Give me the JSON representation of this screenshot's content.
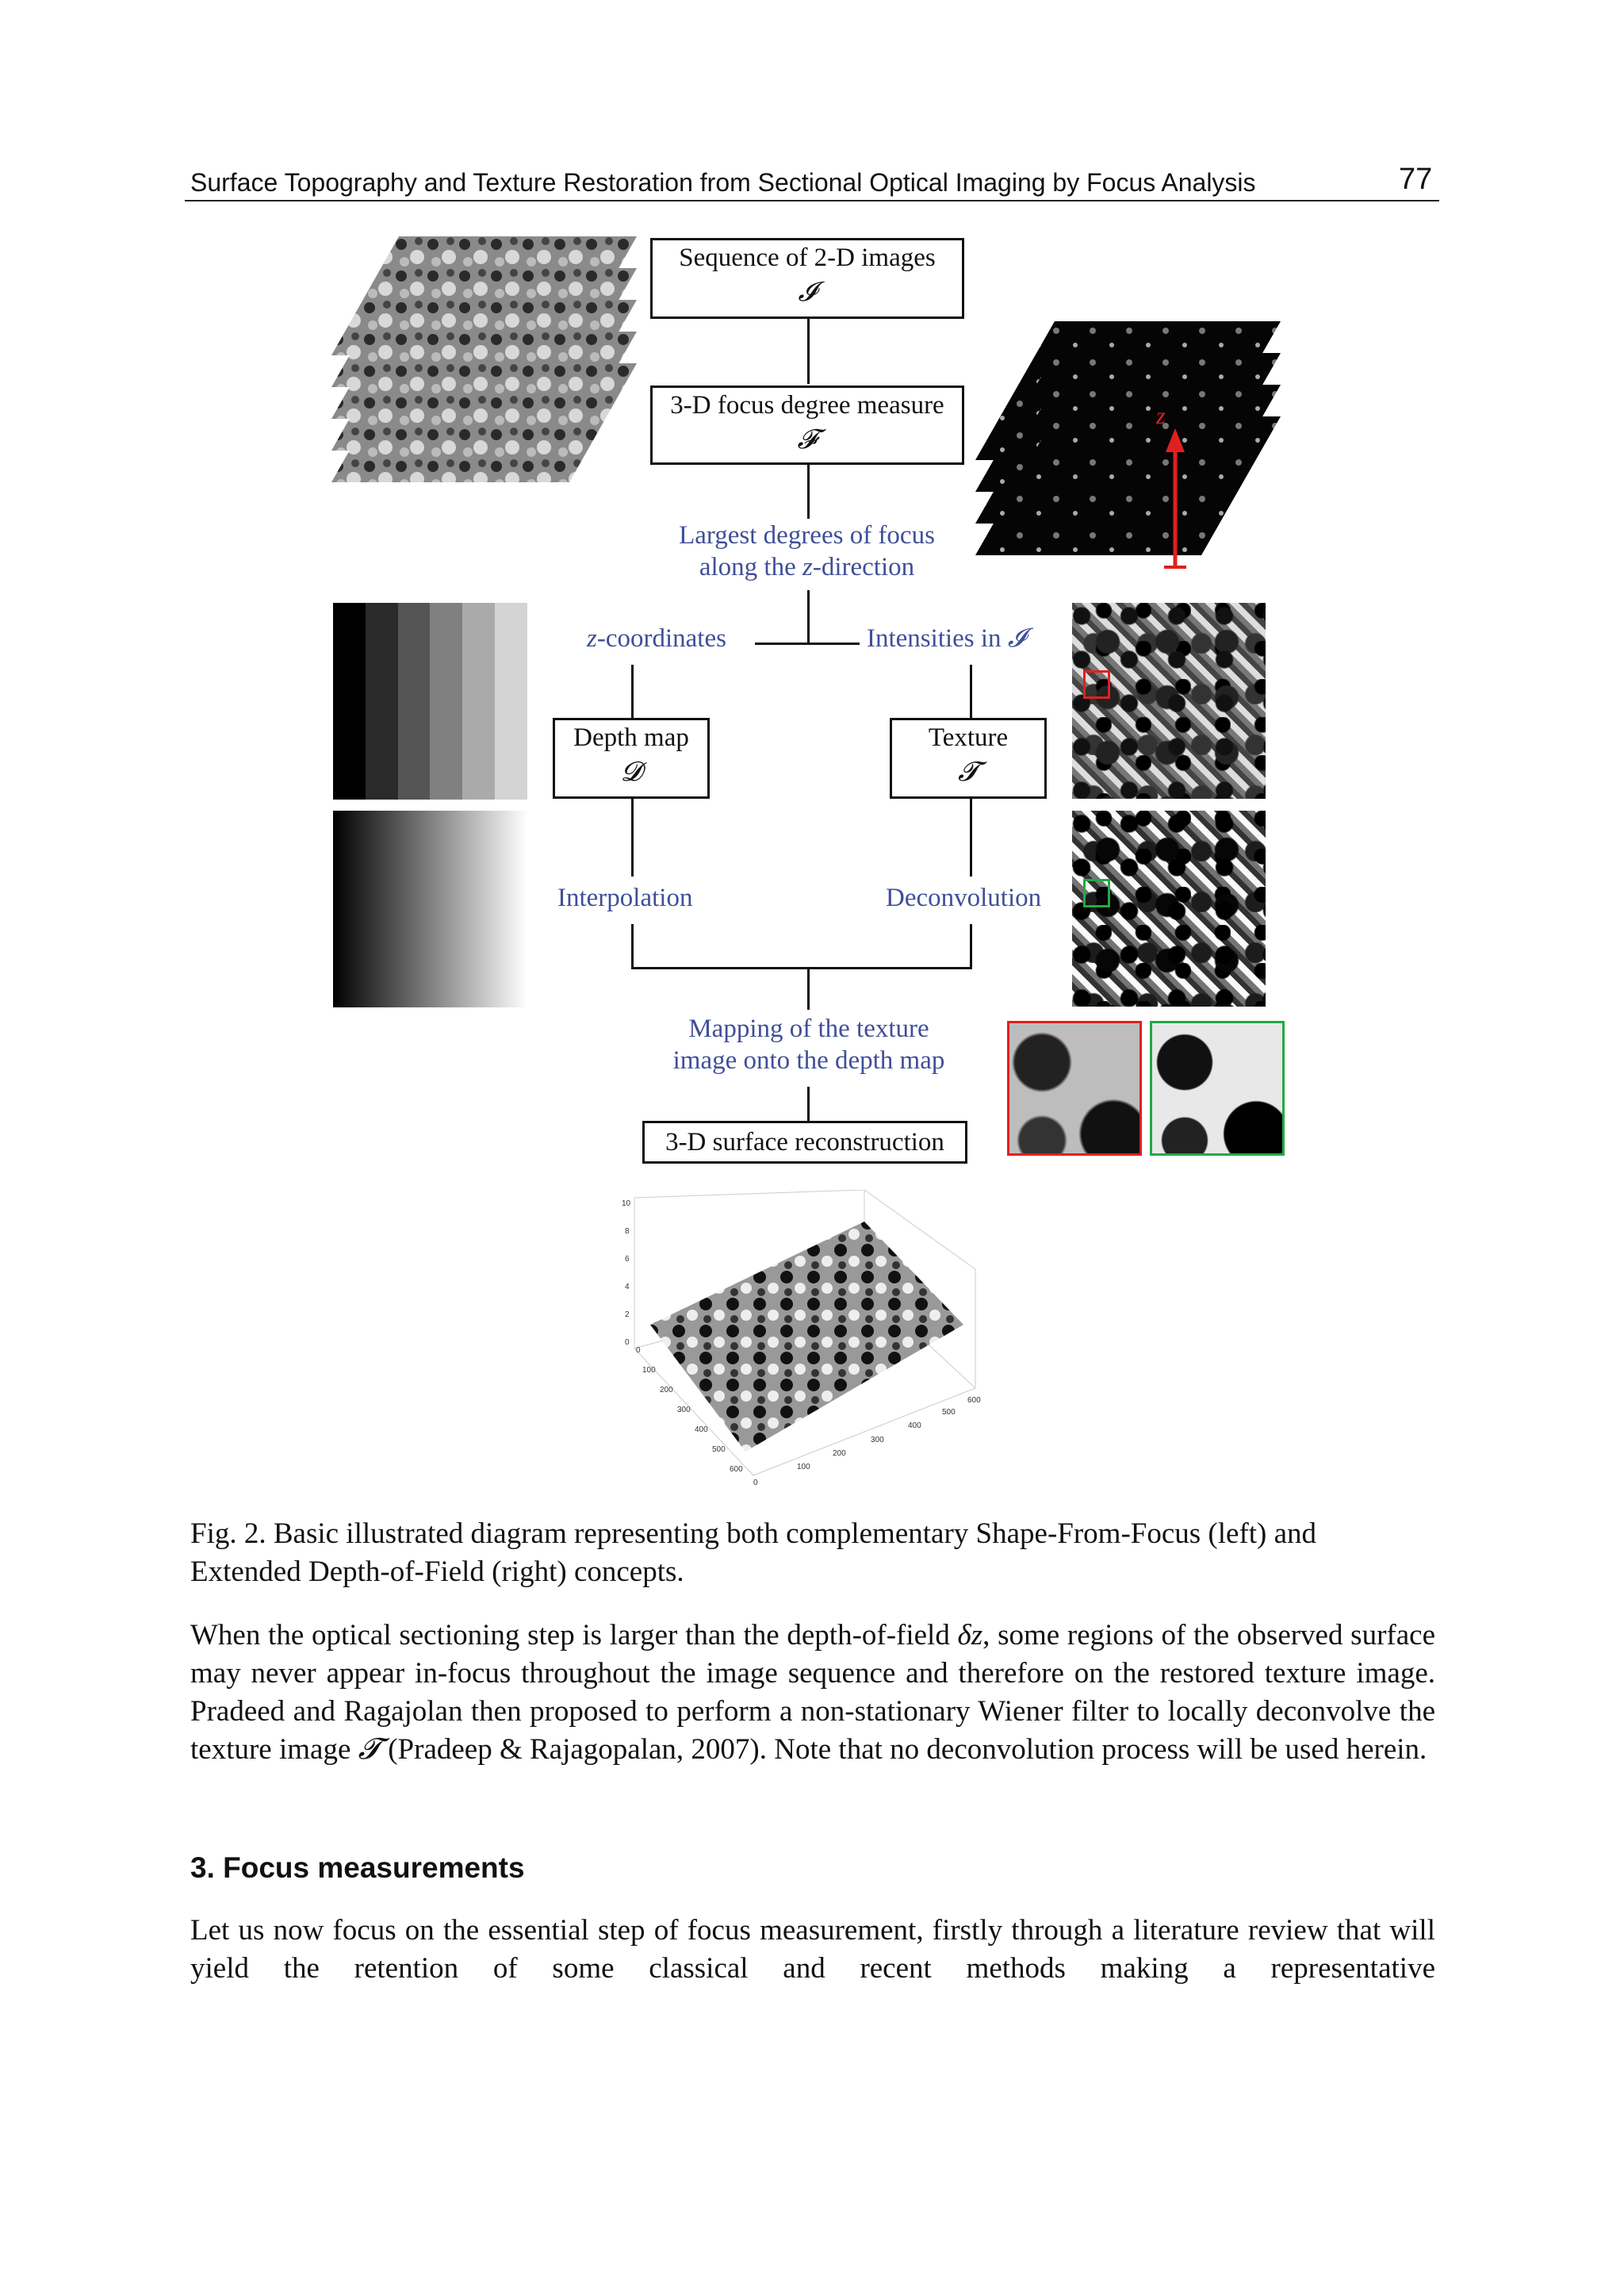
{
  "header": {
    "running_title": "Surface Topography and Texture Restoration from Sectional Optical Imaging by Focus Analysis",
    "page_number": "77"
  },
  "figure": {
    "box_sequence": {
      "label": "Sequence of 2-D images",
      "symbol": "𝓘"
    },
    "box_focus": {
      "label": "3-D focus degree measure",
      "symbol": "𝓕"
    },
    "largest_focus_line1": "Largest degrees of focus",
    "largest_focus_line2_pre": "along the ",
    "largest_focus_z": "z",
    "largest_focus_line2_post": "-direction",
    "z_coords_z": "z",
    "z_coords_rest": "-coordinates",
    "intensities_pre": "Intensities in ",
    "intensities_symbol": "𝓘",
    "box_depth": {
      "label": "Depth map",
      "symbol": "𝓓"
    },
    "box_texture": {
      "label": "Texture",
      "symbol": "𝓣"
    },
    "interpolation": "Interpolation",
    "deconvolution": "Deconvolution",
    "mapping_line1": "Mapping of the texture",
    "mapping_line2": "image onto the depth map",
    "box_reconstruction": {
      "label": "3-D surface reconstruction"
    },
    "z_axis_label": "z",
    "plot_z_ticks": [
      "10",
      "8",
      "6",
      "4",
      "2",
      "0"
    ],
    "plot_y_ticks": [
      "0",
      "100",
      "200",
      "300",
      "400",
      "500",
      "600"
    ],
    "plot_x_ticks": [
      "0",
      "100",
      "200",
      "300",
      "400",
      "500",
      "600"
    ],
    "colors": {
      "blue_annotation": "#3f4f98",
      "red_zoom": "#e02020",
      "green_zoom": "#22aa44"
    }
  },
  "caption": "Fig. 2. Basic illustrated diagram representing both complementary Shape-From-Focus (left) and Extended Depth-of-Field (right) concepts.",
  "paragraph1": {
    "part1": "When the optical sectioning step is larger than the depth-of-field ",
    "delta_z": "δz",
    "part2": ", some regions of the observed surface may never appear in-focus throughout the image sequence and therefore on the restored texture image. Pradeed and Ragajolan then proposed to perform a non-stationary Wiener filter to locally deconvolve the texture image ",
    "symbol": "𝓣",
    "part3": " (Pradeep & Rajagopalan, 2007). Note that no deconvolution process will be used herein."
  },
  "section_heading": "3. Focus measurements",
  "paragraph2": "Let us now focus on the essential step of focus measurement, firstly through a literature review that will yield the retention of some classical and recent methods making a representative"
}
